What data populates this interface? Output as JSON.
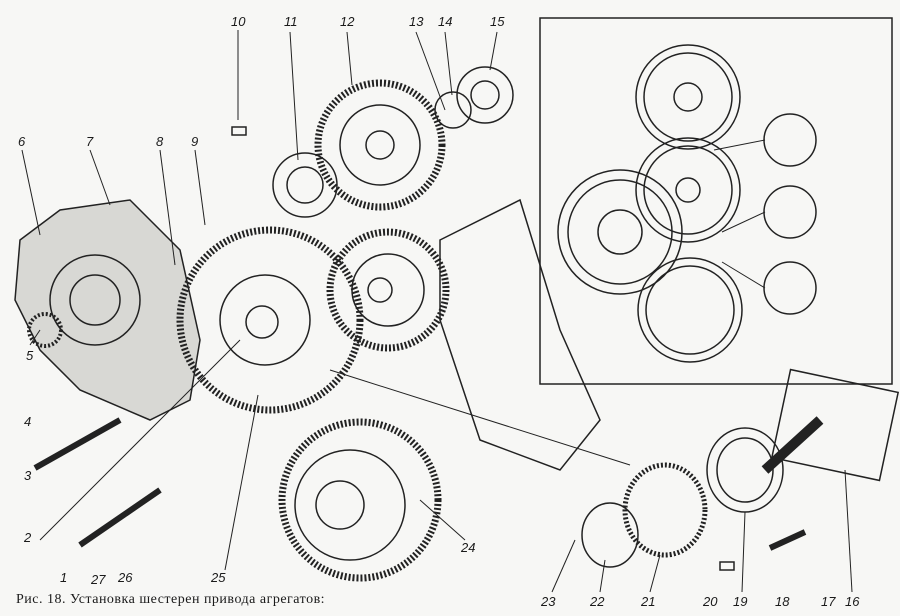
{
  "caption": "Рис. 18. Установка шестерен привода агрегатов:",
  "callouts": [
    "1",
    "2",
    "3",
    "4",
    "5",
    "6",
    "7",
    "8",
    "9",
    "10",
    "11",
    "12",
    "13",
    "14",
    "15",
    "16",
    "17",
    "18",
    "19",
    "20",
    "21",
    "22",
    "23",
    "24",
    "25",
    "26",
    "27"
  ]
}
